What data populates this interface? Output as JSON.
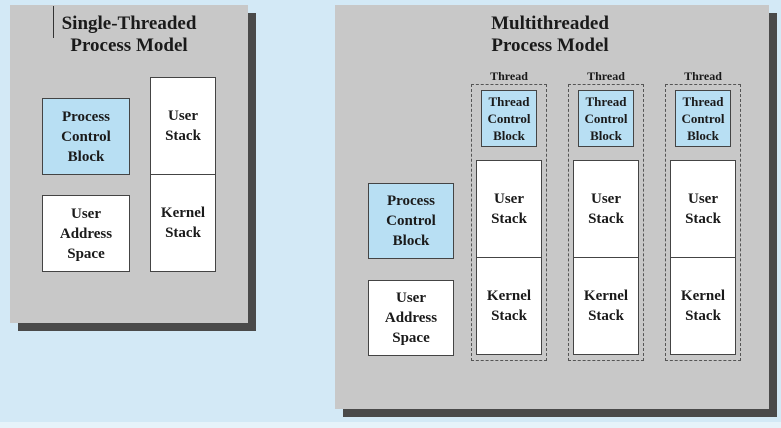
{
  "single": {
    "title": "Single-Threaded\nProcess Model",
    "pcb": "Process\nControl\nBlock",
    "user_stack": "User\nStack",
    "user_address_space": "User\nAddress\nSpace",
    "kernel_stack": "Kernel\nStack"
  },
  "multi": {
    "title": "Multithreaded\nProcess Model",
    "pcb": "Process\nControl\nBlock",
    "user_address_space": "User\nAddress\nSpace",
    "threads": [
      {
        "label": "Thread",
        "tcb": "Thread\nControl\nBlock",
        "user_stack": "User\nStack",
        "kernel_stack": "Kernel\nStack"
      },
      {
        "label": "Thread",
        "tcb": "Thread\nControl\nBlock",
        "user_stack": "User\nStack",
        "kernel_stack": "Kernel\nStack"
      },
      {
        "label": "Thread",
        "tcb": "Thread\nControl\nBlock",
        "user_stack": "User\nStack",
        "kernel_stack": "Kernel\nStack"
      }
    ]
  }
}
